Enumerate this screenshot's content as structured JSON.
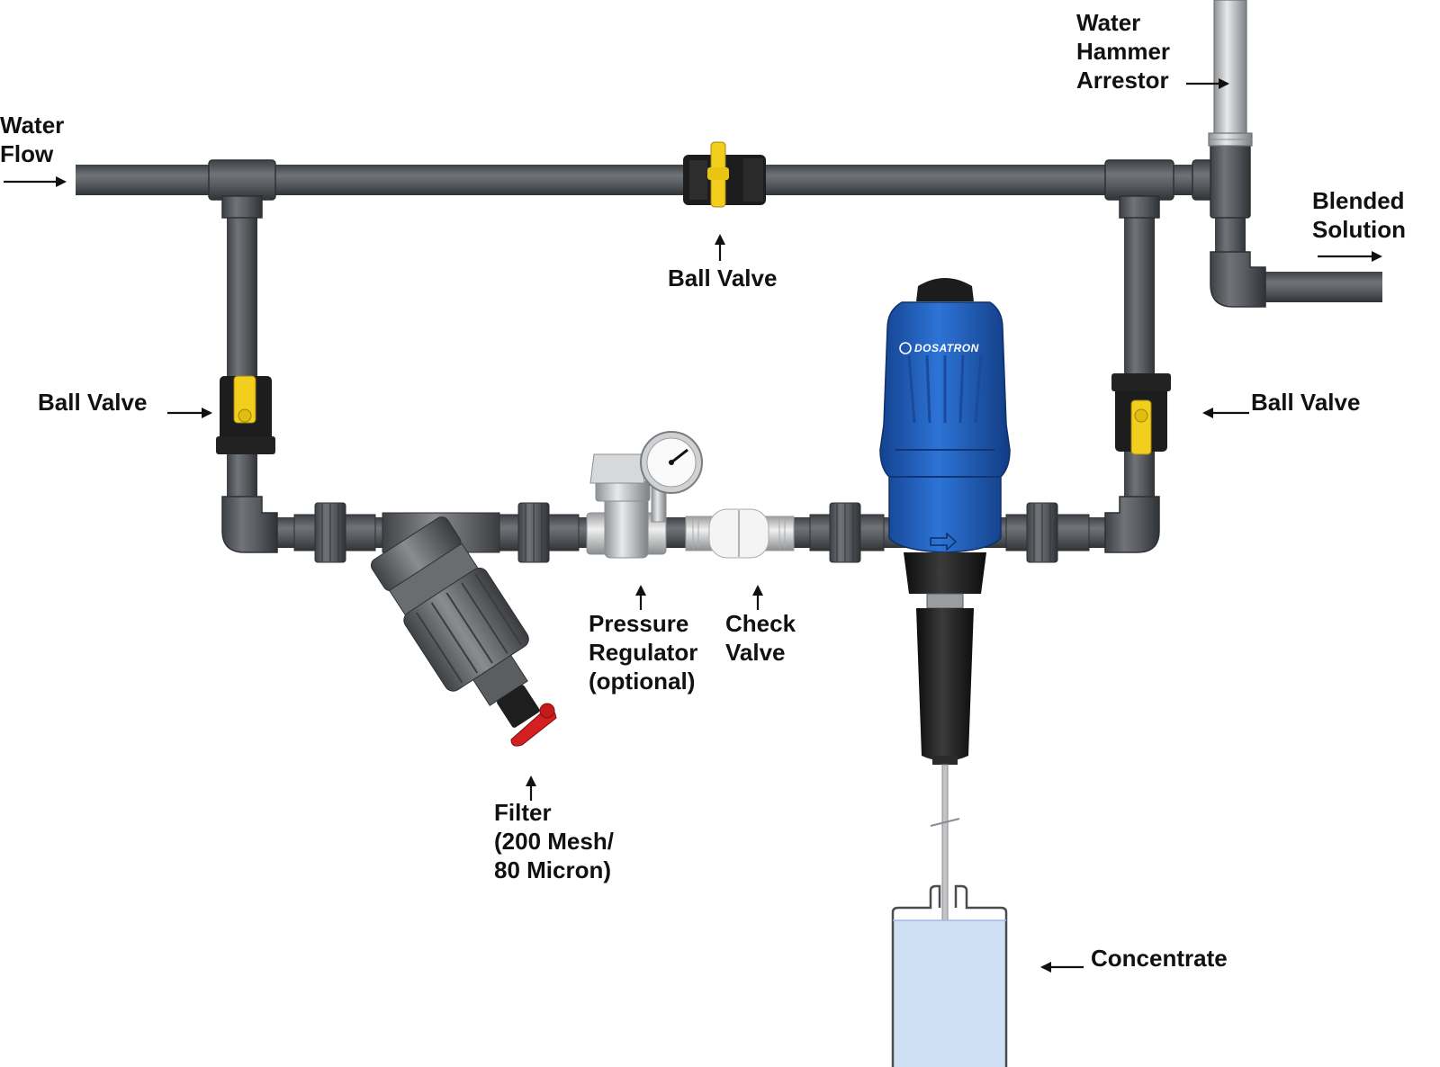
{
  "labels": {
    "water_flow": [
      "Water",
      "Flow"
    ],
    "water_hammer_arrestor": [
      "Water",
      "Hammer",
      "Arrestor"
    ],
    "blended_solution": [
      "Blended",
      "Solution"
    ],
    "ball_valve_top": "Ball Valve",
    "ball_valve_left": "Ball Valve",
    "ball_valve_right": "Ball Valve",
    "pressure_regulator": [
      "Pressure",
      "Regulator",
      "(optional)"
    ],
    "check_valve": [
      "Check",
      "Valve"
    ],
    "filter": [
      "Filter",
      "(200 Mesh/",
      "80 Micron)"
    ],
    "concentrate": "Concentrate"
  },
  "brand": "DOSATRON",
  "icons": {
    "arrow": "arrow-icon",
    "ball_valve": "ball-valve-icon",
    "filter": "y-filter-icon",
    "gauge": "pressure-gauge-icon",
    "injector": "dosatron-injector-icon",
    "container": "concentrate-container-icon"
  },
  "colors": {
    "pipe": "#5a5e63",
    "pipe_dark": "#3a3d41",
    "valve_body": "#1c1c1c",
    "valve_handle": "#f2cf1d",
    "filter_handle": "#d42020",
    "dosatron_blue": "#1f5fbf",
    "dosatron_dark": "#1a1a1a",
    "concentrate_fill": "#cfe0f5",
    "fitting_silver": "#c9cbcd",
    "label": "#111111"
  }
}
